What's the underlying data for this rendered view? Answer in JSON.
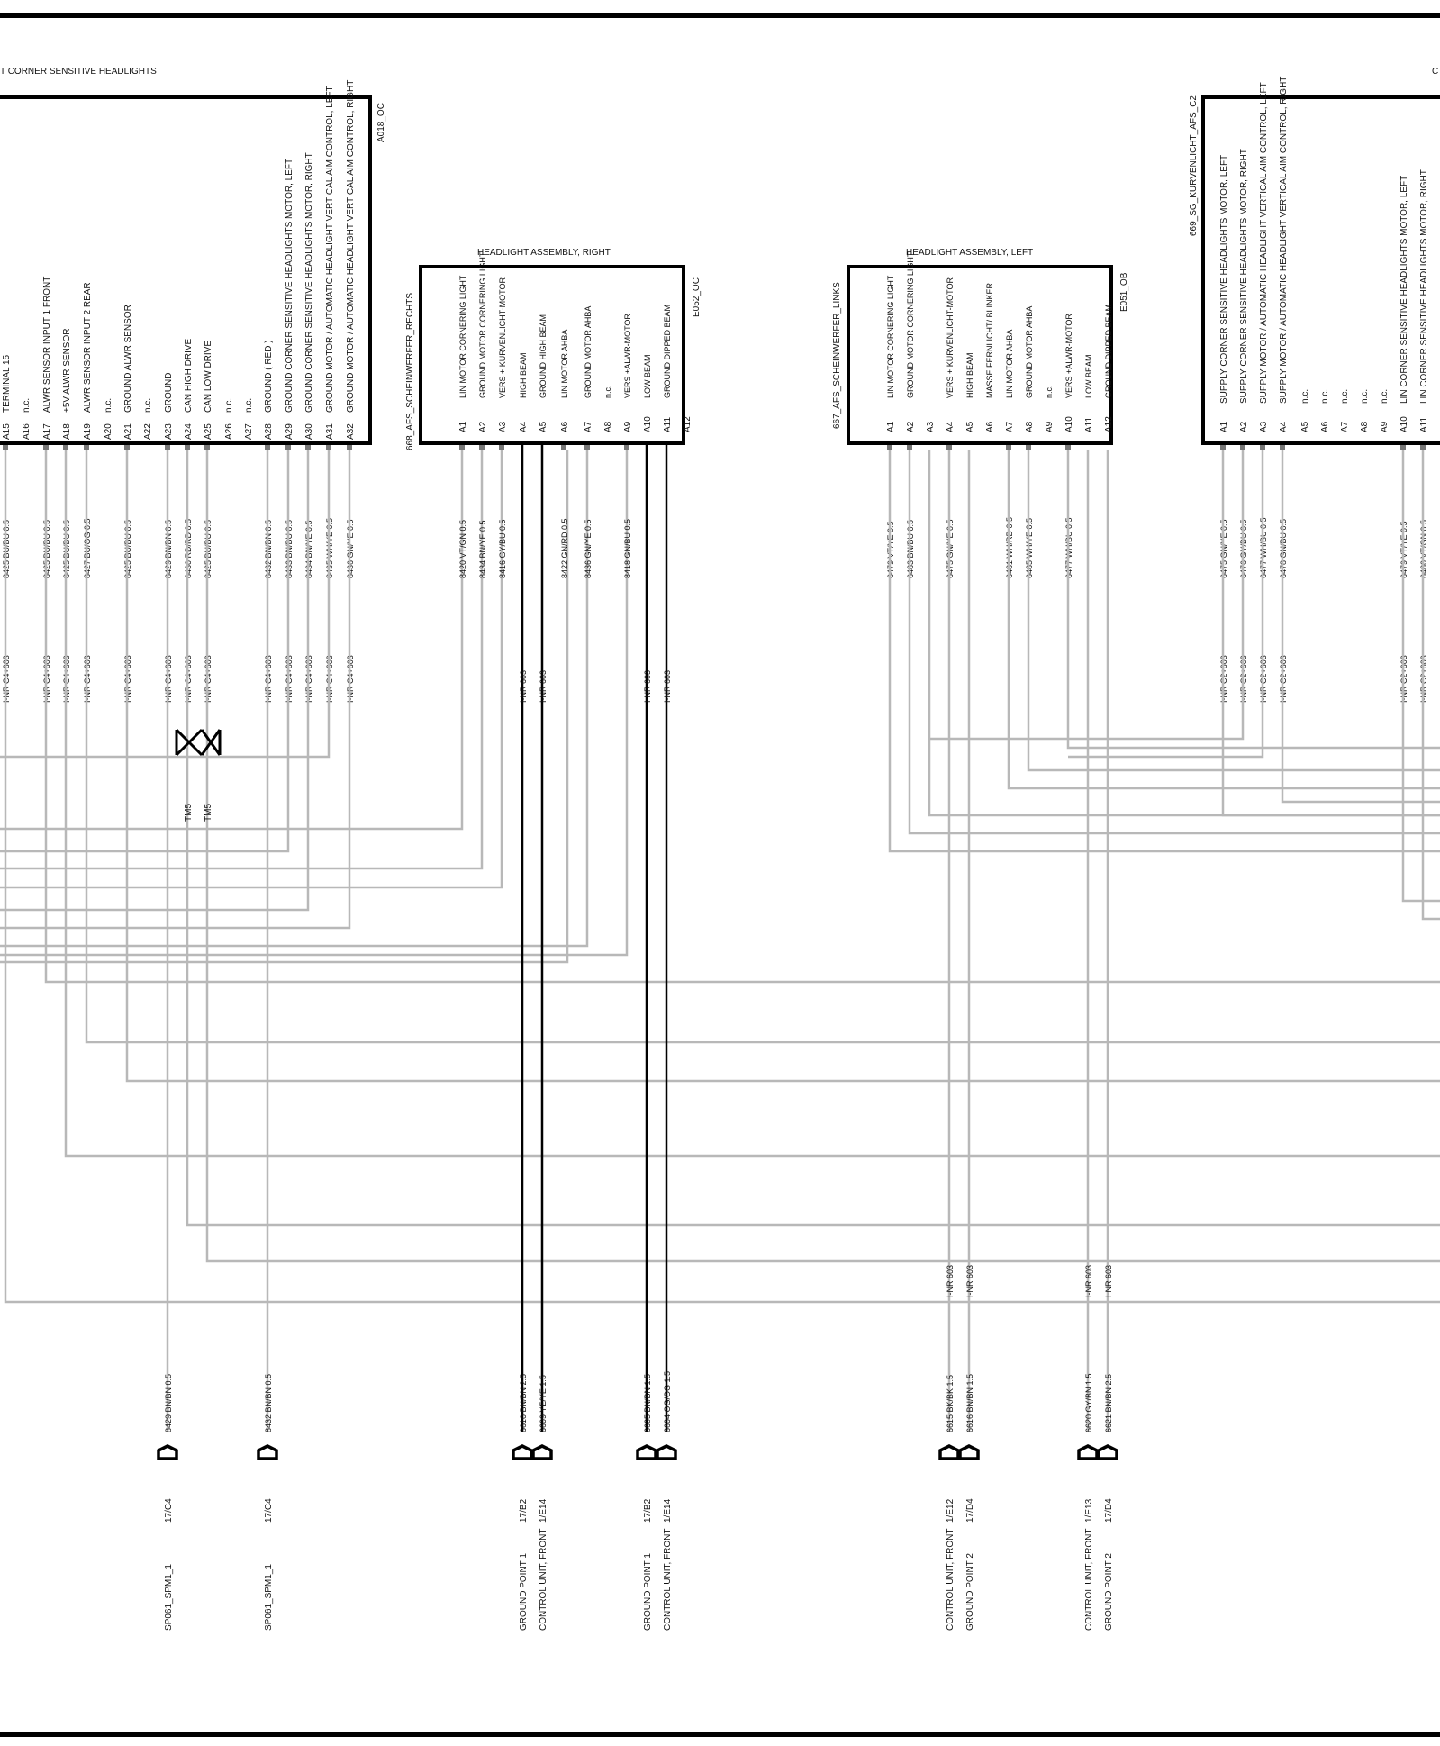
{
  "header": {
    "title": "T CORNER SENSITIVE HEADLIGHTS",
    "right_label": "C"
  },
  "control_unit_left": {
    "code": "A018_OC",
    "pins": [
      {
        "pin": "A15",
        "label": "TERMINAL 15",
        "wire": "8425 BU/BU 0.5",
        "conn": "I-NR C4+603"
      },
      {
        "pin": "A16",
        "label": "n.c.",
        "wire": "",
        "conn": ""
      },
      {
        "pin": "A17",
        "label": "ALWR SENSOR INPUT 1 FRONT",
        "wire": "8425 BU/BU 0.5",
        "conn": "I-NR C4+603"
      },
      {
        "pin": "A18",
        "label": "+5V  ALWR SENSOR",
        "wire": "8425 BU/BU 0.5",
        "conn": "I-NR C4+603"
      },
      {
        "pin": "A19",
        "label": "ALWR SENSOR INPUT 2  REAR",
        "wire": "8427 BU/OG 0.5",
        "conn": "I-NR C4+603"
      },
      {
        "pin": "A20",
        "label": "n.c.",
        "wire": "",
        "conn": ""
      },
      {
        "pin": "A21",
        "label": "GROUND  ALWR SENSOR",
        "wire": "8425 BU/BU 0.5",
        "conn": "I-NR C4+603"
      },
      {
        "pin": "A22",
        "label": "n.c.",
        "wire": "",
        "conn": ""
      },
      {
        "pin": "A23",
        "label": "GROUND",
        "wire": "8429 BN/BN 0.5",
        "conn": "I-NR C4+603"
      },
      {
        "pin": "A24",
        "label": "CAN HIGH DRIVE",
        "wire": "8430 RD/RD 0.5",
        "conn": "I-NR C4+603"
      },
      {
        "pin": "A25",
        "label": "CAN LOW DRIVE",
        "wire": "8425 BU/BU 0.5",
        "conn": "I-NR C4+603"
      },
      {
        "pin": "A26",
        "label": "n.c.",
        "wire": "",
        "conn": ""
      },
      {
        "pin": "A27",
        "label": "n.c.",
        "wire": "",
        "conn": ""
      },
      {
        "pin": "A28",
        "label": "GROUND   ( RED )",
        "wire": "8432 BN/BN 0.5",
        "conn": "I-NR C4+603"
      },
      {
        "pin": "A29",
        "label": "GROUND  CORNER SENSITIVE HEADLIGHTS MOTOR, LEFT",
        "wire": "8433 BN/BU 0.5",
        "conn": "I-NR C4+603"
      },
      {
        "pin": "A30",
        "label": "GROUND  CORNER SENSITIVE HEADLIGHTS MOTOR, RIGHT",
        "wire": "8434 BN/YE 0.5",
        "conn": "I-NR C4+603"
      },
      {
        "pin": "A31",
        "label": "GROUND MOTOR / AUTOMATIC HEADLIGHT VERTICAL AIM CONTROL, LEFT",
        "wire": "8435 WH/YE 0.5",
        "conn": "I-NR C4+603"
      },
      {
        "pin": "A32",
        "label": "GROUND MOTOR / AUTOMATIC HEADLIGHT VERTICAL AIM CONTROL, RIGHT",
        "wire": "8436 GN/YE 0.5",
        "conn": "I-NR C4+603"
      }
    ]
  },
  "headlight_right": {
    "title": "HEADLIGHT ASSEMBLY, RIGHT",
    "code": "E052_OC",
    "name": "668_AFS_SCHEINWERFER_RECHTS",
    "pins": [
      {
        "pin": "A1",
        "label": "LIN MOTOR CORNERING LIGHT",
        "wire": "8420 VT/GN 0.5",
        "conn": ""
      },
      {
        "pin": "A2",
        "label": "GROUND MOTOR CORNERING LIGHT",
        "wire": "8434 BN/YE 0.5",
        "conn": ""
      },
      {
        "pin": "A3",
        "label": "VERS + KURVENLICHT-MOTOR",
        "wire": "8416 GY/BU 0.5",
        "conn": ""
      },
      {
        "pin": "A4",
        "label": "HIGH BEAM",
        "wire": "",
        "conn": "I-NR 603"
      },
      {
        "pin": "A5",
        "label": "GROUND HIGH BEAM",
        "wire": "",
        "conn": "I-NR 603"
      },
      {
        "pin": "A6",
        "label": "LIN MOTOR AHBA",
        "wire": "8422 GN/RD 0.5",
        "conn": ""
      },
      {
        "pin": "A7",
        "label": "GROUND MOTOR AHBA",
        "wire": "8436 GN/YE 0.5",
        "conn": ""
      },
      {
        "pin": "A8",
        "label": "n.c.",
        "wire": "",
        "conn": ""
      },
      {
        "pin": "A9",
        "label": "VERS +ALWR-MOTOR",
        "wire": "8418 GN/BU 0.5",
        "conn": ""
      },
      {
        "pin": "A10",
        "label": "LOW BEAM",
        "wire": "",
        "conn": "I-NR 603"
      },
      {
        "pin": "A11",
        "label": "GROUND DIPPED BEAM",
        "wire": "",
        "conn": "I-NR 603"
      },
      {
        "pin": "A12",
        "label": "",
        "wire": "",
        "conn": ""
      }
    ]
  },
  "headlight_left": {
    "title": "HEADLIGHT ASSEMBLY, LEFT",
    "code": "E051_OB",
    "name": "667_AFS_SCHEINWERFER_LINKS",
    "pins": [
      {
        "pin": "A1",
        "label": "LIN MOTOR CORNERING LIGHT",
        "wire": "6479 VT/YE 0.5"
      },
      {
        "pin": "A2",
        "label": "GROUND MOTOR CORNERING LIGHT",
        "wire": "6483 BN/BU 0.5"
      },
      {
        "pin": "A3",
        "label": "",
        "wire": ""
      },
      {
        "pin": "A4",
        "label": "VERS + KURVENLICHT-MOTOR",
        "wire": "6475 GN/YE 0.5"
      },
      {
        "pin": "A5",
        "label": "HIGH BEAM",
        "wire": ""
      },
      {
        "pin": "A6",
        "label": "MASSE FERNLICHT/ BLINKER",
        "wire": ""
      },
      {
        "pin": "A7",
        "label": "LIN MOTOR AHBA",
        "wire": "6481 WH/RD 0.5"
      },
      {
        "pin": "A8",
        "label": "GROUND MOTOR AHBA",
        "wire": "6485 WH/YE 0.5"
      },
      {
        "pin": "A9",
        "label": "n.c.",
        "wire": ""
      },
      {
        "pin": "A10",
        "label": "VERS +ALWR-MOTOR",
        "wire": "6477 WH/BU 0.5"
      },
      {
        "pin": "A11",
        "label": "LOW BEAM",
        "wire": ""
      },
      {
        "pin": "A12",
        "label": "GROUND DIPPED BEAM",
        "wire": ""
      }
    ]
  },
  "control_unit_right": {
    "name": "669_SG_KURVENLICHT_AFS_C2",
    "pins": [
      {
        "pin": "A1",
        "label": "SUPPLY CORNER SENSITIVE HEADLIGHTS MOTOR, LEFT",
        "wire": "6475 GN/YE 0.5",
        "conn": "I-NR C2+603"
      },
      {
        "pin": "A2",
        "label": "SUPPLY CORNER SENSITIVE HEADLIGHTS MOTOR, RIGHT",
        "wire": "6476 GY/BU 0.5",
        "conn": "I-NR C2+603"
      },
      {
        "pin": "A3",
        "label": "SUPPLY MOTOR / AUTOMATIC HEADLIGHT VERTICAL AIM CONTROL, LEFT",
        "wire": "6477 WH/BU 0.5",
        "conn": "I-NR C2+603"
      },
      {
        "pin": "A4",
        "label": "SUPPLY MOTOR / AUTOMATIC HEADLIGHT VERTICAL AIM CONTROL, RIGHT",
        "wire": "6478 GN/BU 0.5",
        "conn": "I-NR C2+603"
      },
      {
        "pin": "A5",
        "label": "n.c.",
        "wire": "",
        "conn": ""
      },
      {
        "pin": "A6",
        "label": "n.c.",
        "wire": "",
        "conn": ""
      },
      {
        "pin": "A7",
        "label": "n.c.",
        "wire": "",
        "conn": ""
      },
      {
        "pin": "A8",
        "label": "n.c.",
        "wire": "",
        "conn": ""
      },
      {
        "pin": "A9",
        "label": "n.c.",
        "wire": "",
        "conn": ""
      },
      {
        "pin": "A10",
        "label": "LIN  CORNER SENSITIVE HEADLIGHTS MOTOR, LEFT",
        "wire": "6479 VT/YE 0.5",
        "conn": "I-NR C2+603"
      },
      {
        "pin": "A11",
        "label": "LIN  CORNER SENSITIVE HEADLIGHTS MOTOR, RIGHT",
        "wire": "6480 VT/GN 0.5",
        "conn": "I-NR C2+603"
      }
    ]
  },
  "twist_label": "TM5",
  "ground_points": [
    {
      "wire": "8429 BN/BN 0.5",
      "ref": "17/C4",
      "name": "SP061_SPM1_1",
      "inr": ""
    },
    {
      "wire": "8432 BN/BN 0.5",
      "ref": "17/C4",
      "name": "SP061_SPM1_1",
      "inr": ""
    },
    {
      "wire": "6610 BN/BN 2.5",
      "ref": "17/B2",
      "name": "GROUND POINT 1",
      "inr": ""
    },
    {
      "wire": "6609 YE/YE 1.5",
      "ref": "1/E14",
      "name": "CONTROL UNIT, FRONT",
      "inr": ""
    },
    {
      "wire": "6605 BN/BN 1.5",
      "ref": "17/B2",
      "name": "GROUND POINT 1",
      "inr": ""
    },
    {
      "wire": "6604 OG/OG 1.5",
      "ref": "1/E14",
      "name": "CONTROL UNIT, FRONT",
      "inr": ""
    },
    {
      "wire": "6615 BK/BK 1.5",
      "ref": "1/E12",
      "name": "CONTROL UNIT, FRONT",
      "inr": "I-NR 603"
    },
    {
      "wire": "6616 BN/BN 1.5",
      "ref": "17/D4",
      "name": "GROUND POINT 2",
      "inr": "I-NR 603"
    },
    {
      "wire": "6620 GY/BN 1.5",
      "ref": "1/E13",
      "name": "CONTROL UNIT, FRONT",
      "inr": "I-NR 603"
    },
    {
      "wire": "6621 BN/BN 2.5",
      "ref": "17/D4",
      "name": "GROUND POINT 2",
      "inr": "I-NR 603"
    }
  ]
}
